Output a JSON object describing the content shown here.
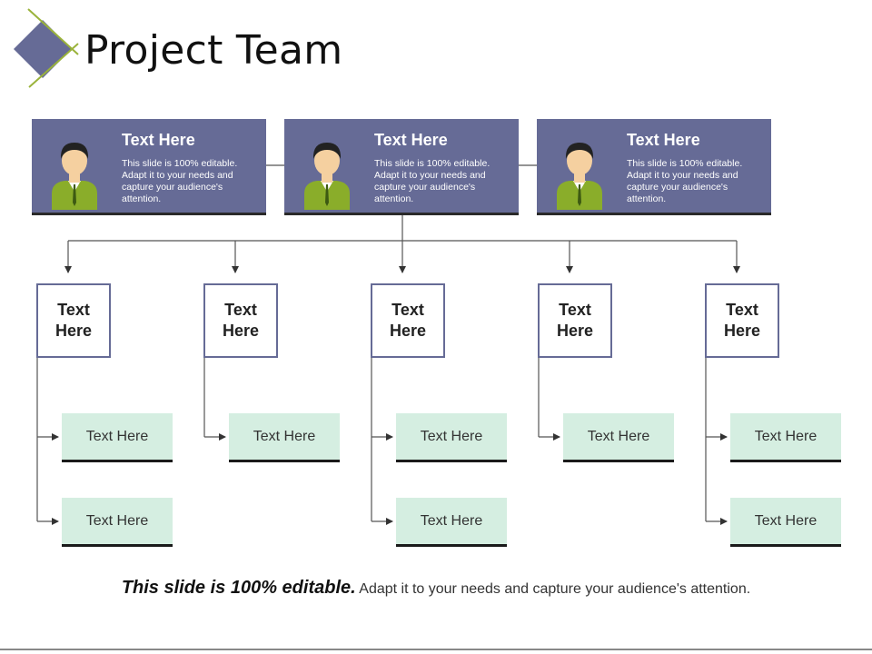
{
  "title": "Project Team",
  "colors": {
    "leader_bg": "#666b96",
    "sub_bg": "#d5eee1",
    "accent_line": "#9ab33a",
    "diamond": "#666b96"
  },
  "leaders": [
    {
      "name": "Text Here",
      "desc": "This slide is 100% editable. Adapt it to your needs and capture your audience's attention.",
      "icon": "person-icon"
    },
    {
      "name": "Text Here",
      "desc": "This slide is 100% editable. Adapt it to your needs and capture your audience's attention.",
      "icon": "person-icon"
    },
    {
      "name": "Text Here",
      "desc": "This slide is 100% editable. Adapt it to your needs and capture your audience's attention.",
      "icon": "person-icon"
    }
  ],
  "members": [
    {
      "label": "Text Here",
      "subs": [
        "Text Here",
        "Text Here"
      ]
    },
    {
      "label": "Text Here",
      "subs": [
        "Text Here"
      ]
    },
    {
      "label": "Text Here",
      "subs": [
        "Text Here",
        "Text Here"
      ]
    },
    {
      "label": "Text Here",
      "subs": [
        "Text Here"
      ]
    },
    {
      "label": "Text Here",
      "subs": [
        "Text Here",
        "Text Here"
      ]
    }
  ],
  "footer": {
    "bold": "This slide is 100% editable.",
    "rest": " Adapt it to your needs and capture your audience's attention."
  }
}
